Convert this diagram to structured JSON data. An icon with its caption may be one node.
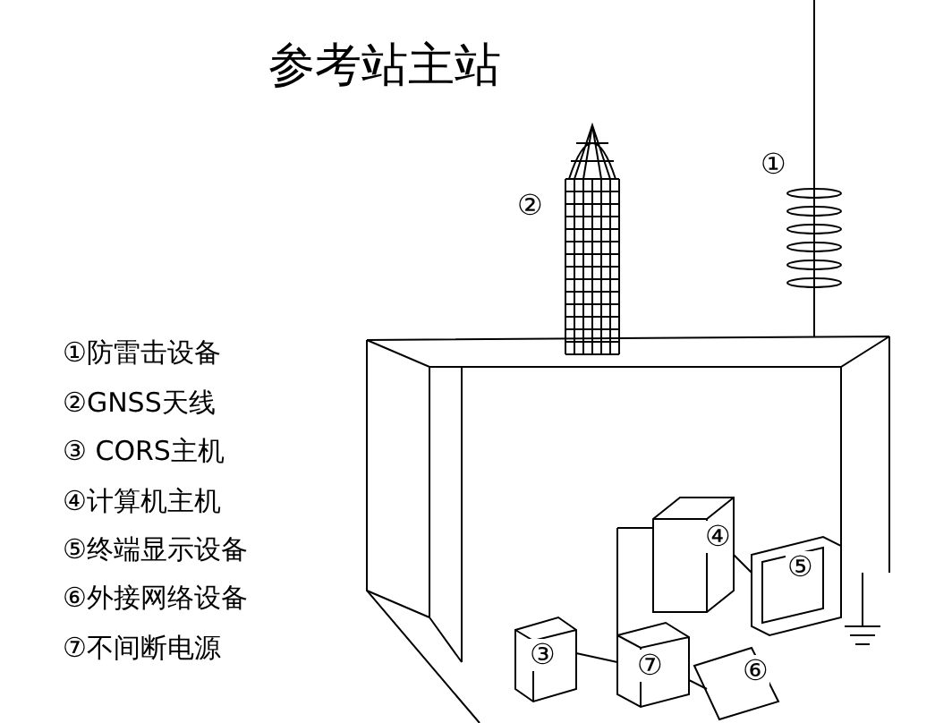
{
  "diagram": {
    "title": "参考站主站",
    "labels": [
      "①",
      "②",
      "①防雷击设备",
      "②GNSS天线",
      "③ CORS主机",
      "④计算机主机",
      "⑤终端显示设备",
      "⑥外接网络设备",
      "⑦不间断电源",
      "④",
      "⑤",
      "③",
      "⑦",
      "⑥"
    ]
  }
}
